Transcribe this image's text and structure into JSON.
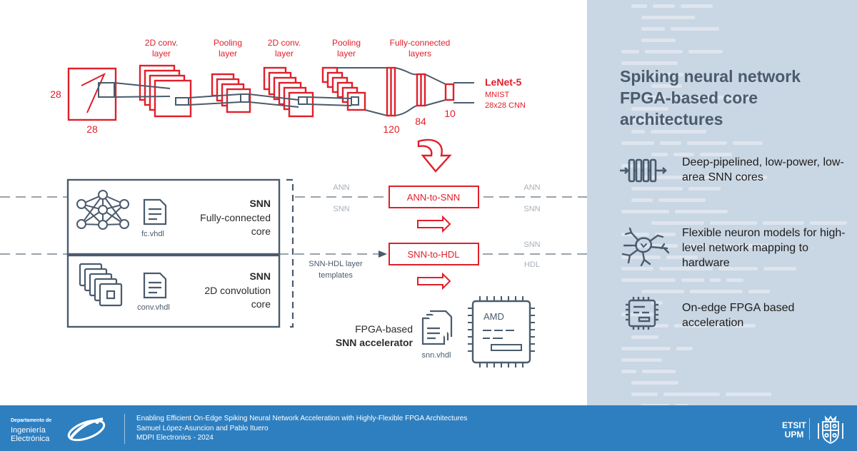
{
  "cnn": {
    "labels": {
      "conv1": [
        "2D conv.",
        "layer"
      ],
      "pool1": [
        "Pooling",
        "layer"
      ],
      "conv2": [
        "2D conv.",
        "layer"
      ],
      "pool2": [
        "Pooling",
        "layer"
      ],
      "fc": [
        "Fully-connected",
        "layers"
      ]
    },
    "input_size_left": "28",
    "input_size_bottom": "28",
    "fc_sizes": [
      "120",
      "84",
      "10"
    ],
    "model_name": "LeNet-5",
    "model_desc": [
      "MNIST",
      "28x28 CNN"
    ]
  },
  "snn_cores": {
    "fc_core": {
      "title": "SNN",
      "desc": [
        "Fully-connected",
        "core"
      ],
      "file": "fc.vhdl"
    },
    "conv_core": {
      "title": "SNN",
      "desc": [
        "2D convolution",
        "core"
      ],
      "file": "conv.vhdl"
    }
  },
  "flow": {
    "ann_to_snn": "ANN-to-SNN",
    "snn_to_hdl": "SNN-to-HDL",
    "left_ann": "ANN",
    "left_snn1": "SNN",
    "right_ann": "ANN",
    "right_snn1": "SNN",
    "right_snn2": "SNN",
    "right_hdl": "HDL",
    "templates": [
      "SNN-HDL layer",
      "templates"
    ]
  },
  "accelerator": {
    "label1": "FPGA-based",
    "label2": "SNN accelerator",
    "file": "snn.vhdl",
    "chip_brand": "AMD"
  },
  "sidebar": {
    "title": [
      "Spiking neural network",
      "FPGA-based core",
      "architectures"
    ],
    "features": [
      {
        "icon": "pipeline-icon",
        "text": "Deep-pipelined, low-power, low-area SNN cores"
      },
      {
        "icon": "neuron-icon",
        "text": "Flexible neuron models for high-level network mapping to hardware"
      },
      {
        "icon": "chip-icon",
        "text": "On-edge FPGA based acceleration"
      }
    ]
  },
  "footer": {
    "dept_small": "Departamento de",
    "dept_lines": [
      "Ingeniería",
      "Electrónica"
    ],
    "paper_title": "Enabling Efficient On-Edge Spiking Neural Network Acceleration with Highly-Flexible FPGA Architectures",
    "authors": "Samuel López-Asuncion and Pablo Ituero",
    "venue": "MDPI Electronics - 2024",
    "school": "ETSIT",
    "university": "UPM"
  },
  "colors": {
    "accent_red": "#e0202a",
    "slate": "#4a5b6d",
    "sidebar_bg": "#c9d6e3",
    "footer_bg": "#2e7fc0"
  }
}
